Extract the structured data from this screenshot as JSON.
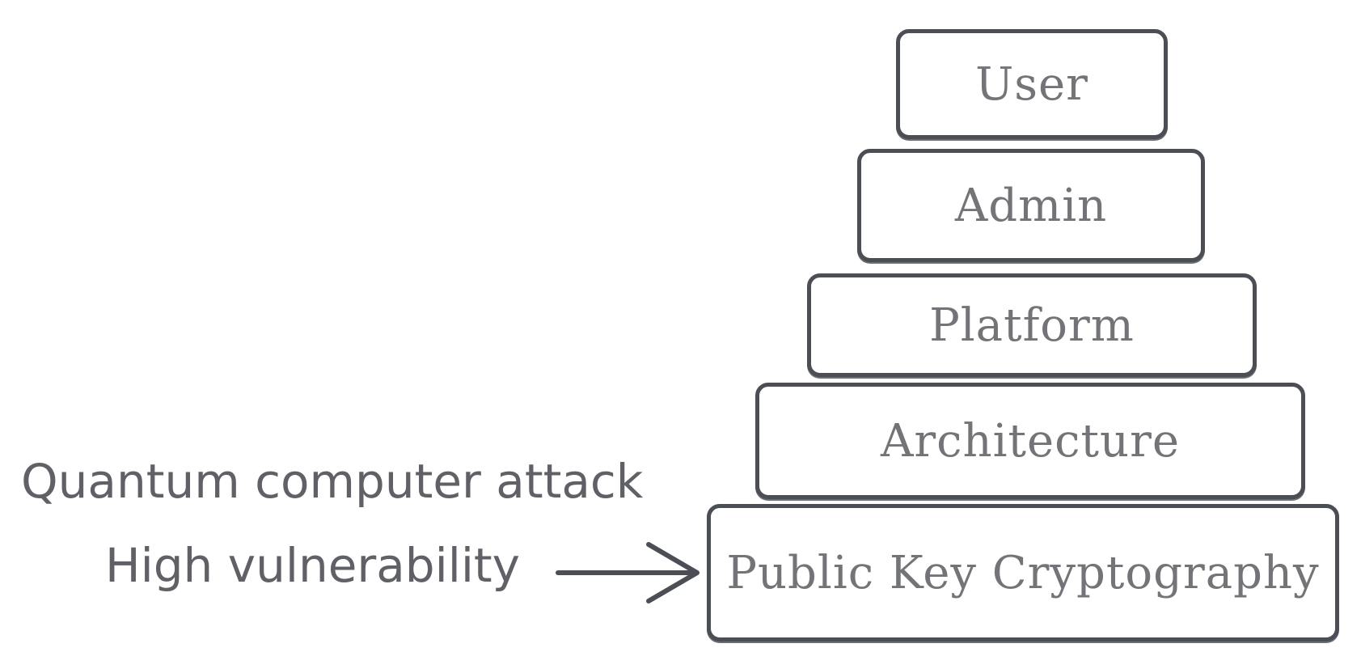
{
  "diagram": {
    "layers": [
      {
        "label": "User"
      },
      {
        "label": "Admin"
      },
      {
        "label": "Platform"
      },
      {
        "label": "Architecture"
      },
      {
        "label": "Public Key Cryptography"
      }
    ],
    "annotation": {
      "line1": "Quantum computer attack",
      "line2": "High vulnerability",
      "arrow_target": "Public Key Cryptography"
    },
    "colors": {
      "border": "#4b4e55",
      "layer_text": "#727478",
      "annotation_text": "#5f6166",
      "arrow": "#4b4e55"
    }
  }
}
